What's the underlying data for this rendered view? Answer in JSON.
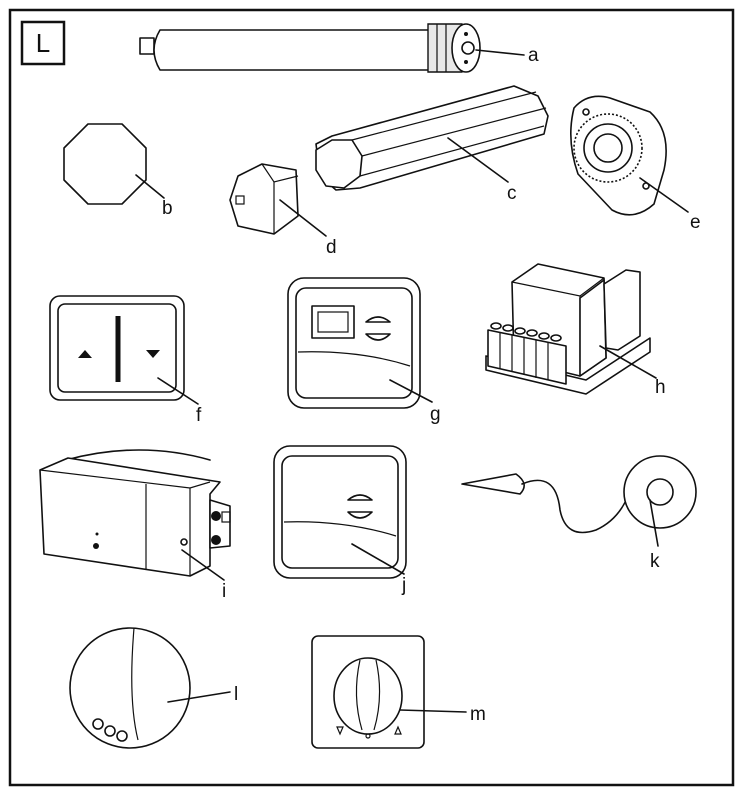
{
  "panel": {
    "tag": "L"
  },
  "labels": {
    "a": "a",
    "b": "b",
    "c": "c",
    "d": "d",
    "e": "e",
    "f": "f",
    "g": "g",
    "h": "h",
    "i": "i",
    "j": "j",
    "k": "k",
    "l": "l",
    "m": "m"
  }
}
